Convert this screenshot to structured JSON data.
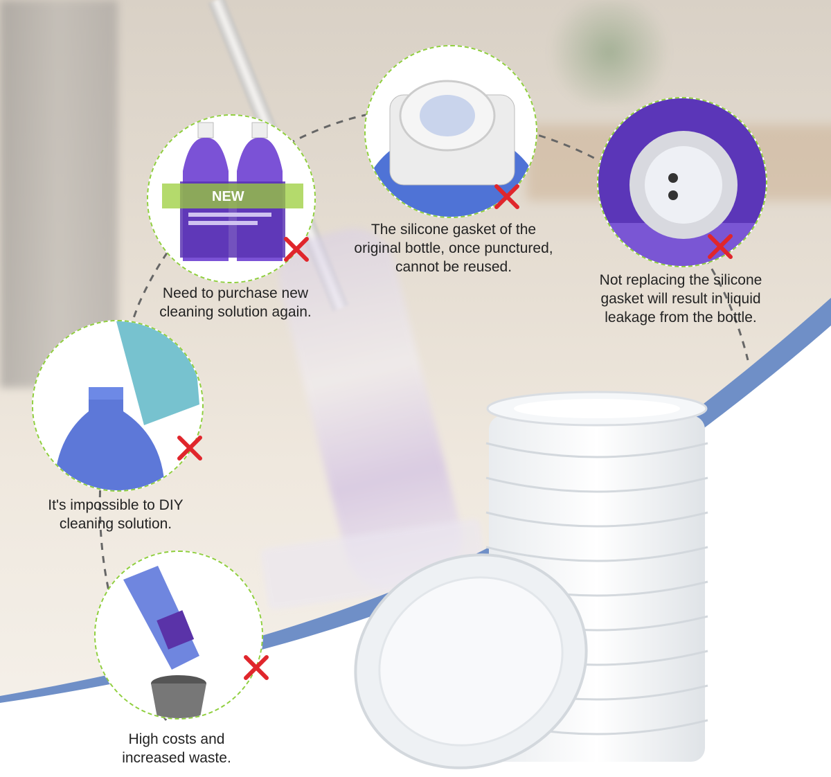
{
  "panels": [
    {
      "id": "purchase",
      "caption": "Need to purchase new\ncleaning solution again.",
      "badge": "NEW",
      "icon": "cross-icon"
    },
    {
      "id": "gasket-puncture",
      "caption": "The silicone gasket of the\noriginal bottle, once punctured,\ncannot be reused.",
      "icon": "cross-icon"
    },
    {
      "id": "leakage",
      "caption": "Not replacing the silicone\ngasket will result in liquid\nleakage from the bottle.",
      "icon": "cross-icon"
    },
    {
      "id": "diy",
      "caption": "It's impossible to DIY\ncleaning solution.",
      "icon": "cross-icon"
    },
    {
      "id": "waste",
      "caption": "High costs and\nincreased waste.",
      "icon": "cross-icon"
    }
  ],
  "colors": {
    "accent": "#8fcf3d",
    "cross": "#e0262c",
    "sweep": "#6f8fc7",
    "purple": "#6b3fc9"
  }
}
